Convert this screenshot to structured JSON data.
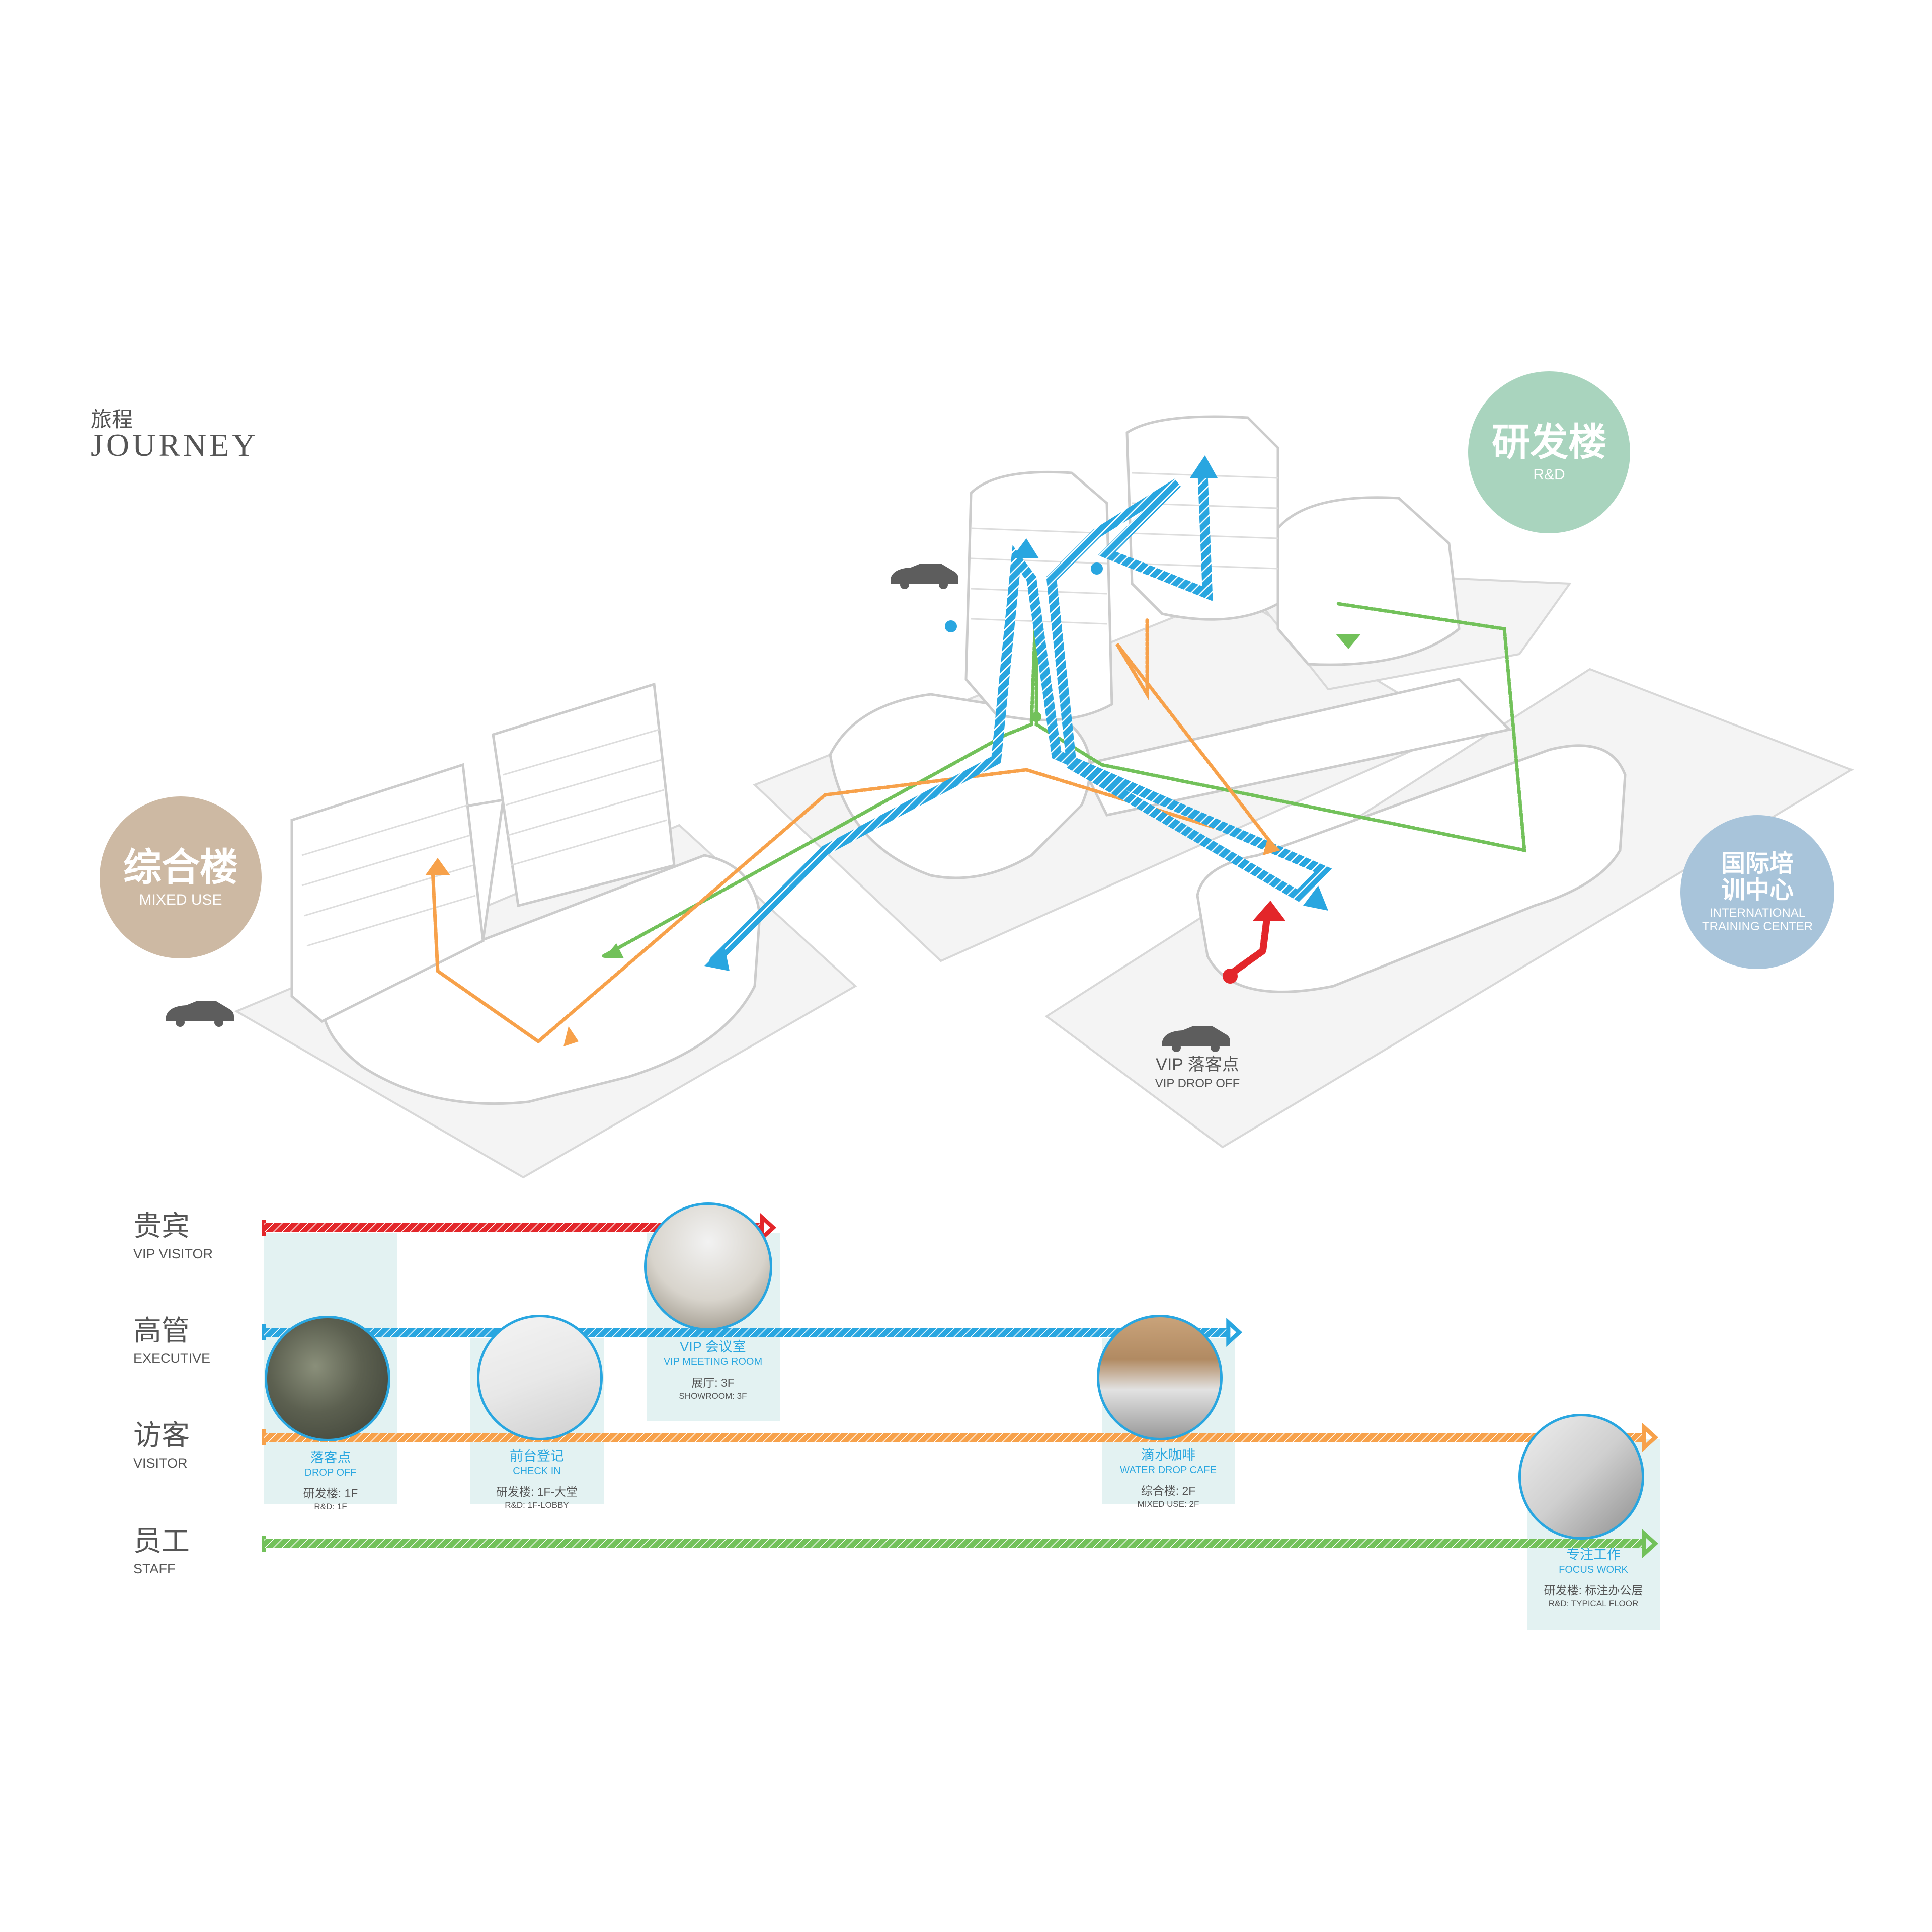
{
  "header": {
    "title_cn": "旅程",
    "title_en": "JOURNEY"
  },
  "buildings": {
    "mixed_use": {
      "cn": "综合楼",
      "en": "MIXED USE",
      "color": "#cdb9a3"
    },
    "rd": {
      "cn": "研发楼",
      "en": "R&D",
      "color": "#a9d4be"
    },
    "training": {
      "cn": "国际培训中心",
      "en": "INTERNATIONAL TRAINING CENTER",
      "color": "#a8c4da"
    }
  },
  "vip_dropoff": {
    "cn": "VIP 落客点",
    "en": "VIP DROP OFF"
  },
  "route_colors": {
    "vip": "#e3262a",
    "executive": "#29a6e0",
    "visitor": "#f7a14a",
    "staff": "#72c15a"
  },
  "timeline": {
    "rows": [
      {
        "cn": "贵宾",
        "en": "VIP VISITOR",
        "color": "#e3262a",
        "end": 0.366
      },
      {
        "cn": "高管",
        "en": "EXECUTIVE",
        "color": "#29a6e0",
        "end": 0.701
      },
      {
        "cn": "访客",
        "en": "VISITOR",
        "color": "#f7a14a",
        "end": 1.0
      },
      {
        "cn": "员工",
        "en": "STAFF",
        "color": "#72c15a",
        "end": 1.0
      }
    ],
    "stops": [
      {
        "cn": "落客点",
        "en": "DROP OFF",
        "loc_cn": "研发楼: 1F",
        "loc_en": "R&D: 1F"
      },
      {
        "cn": "前台登记",
        "en": "CHECK IN",
        "loc_cn": "研发楼: 1F-大堂",
        "loc_en": "R&D: 1F-LOBBY"
      },
      {
        "cn": "VIP 会议室",
        "en": "VIP MEETING ROOM",
        "loc_cn": "展厅: 3F",
        "loc_en": "SHOWROOM: 3F"
      },
      {
        "cn": "滴水咖啡",
        "en": "WATER DROP CAFE",
        "loc_cn": "综合楼: 2F",
        "loc_en": "MIXED USE: 2F"
      },
      {
        "cn": "专注工作",
        "en": "FOCUS WORK",
        "loc_cn": "研发楼: 标注办公层",
        "loc_en": "R&D: TYPICAL FLOOR"
      }
    ]
  }
}
